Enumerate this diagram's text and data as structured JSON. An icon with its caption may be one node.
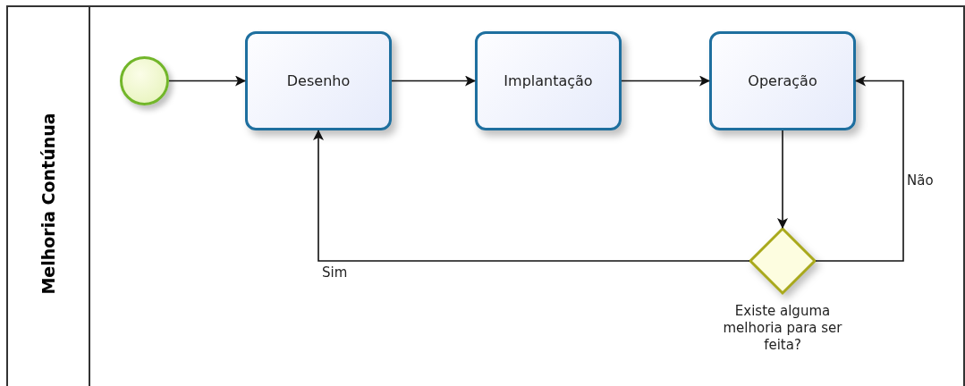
{
  "diagram": {
    "nodes": [
      {
        "text": [
          "Melhoria Contúnua"
        ]
      },
      {
        "text": [],
        "shape": "circle",
        "in": 0
      },
      {
        "text": [
          "Desenho"
        ],
        "in": 0
      },
      {
        "text": [
          "Implantação"
        ],
        "in": 0
      },
      {
        "text": [
          "Operação"
        ],
        "in": 0
      },
      {
        "text": [
          "Existe alguma melhoria para ser feita?"
        ],
        "in": 0
      }
    ],
    "edges": [
      {
        "from": 1,
        "to": 2,
        "arrow": "to"
      },
      {
        "from": 2,
        "to": 3,
        "arrow": "to"
      },
      {
        "from": 3,
        "to": 4,
        "arrow": "to"
      },
      {
        "from": 4,
        "to": 5,
        "arrow": "to"
      },
      {
        "from": 5,
        "to": 2,
        "arrow": "to",
        "label": "Sim"
      },
      {
        "from": 5,
        "to": 4,
        "arrow": "to",
        "label": "Não"
      }
    ]
  }
}
